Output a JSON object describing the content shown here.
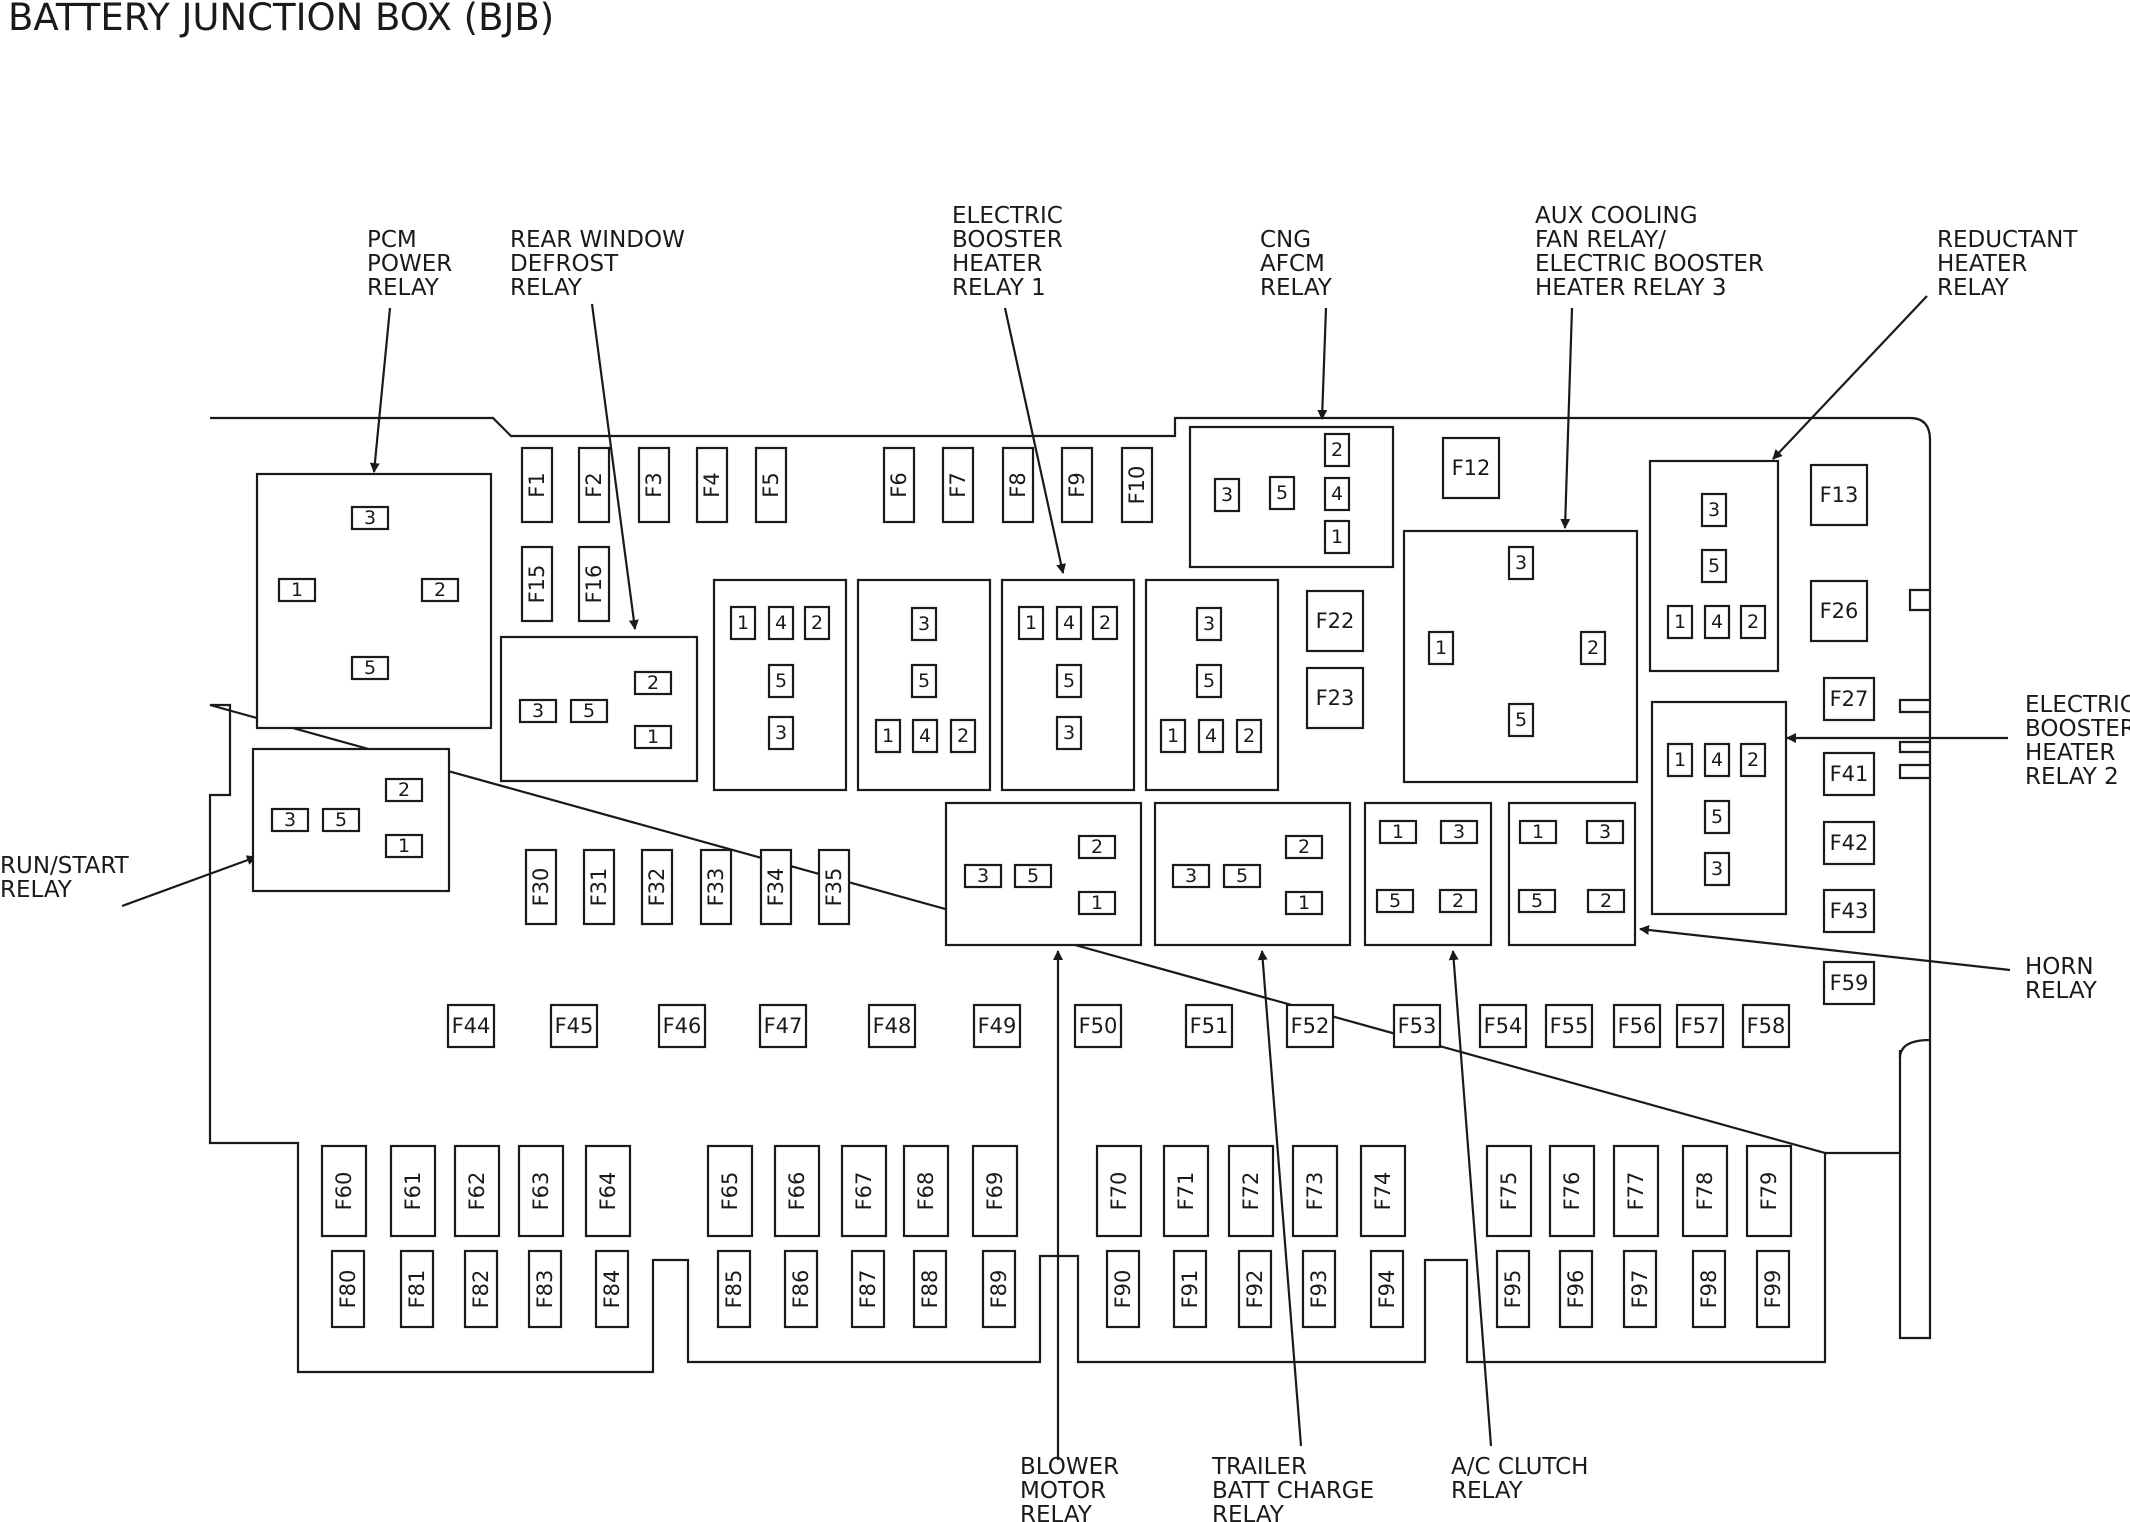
{
  "title": "BATTERY JUNCTION BOX (BJB)",
  "labels": {
    "pcm": [
      "PCM",
      "POWER",
      "RELAY"
    ],
    "rear_window": [
      "REAR WINDOW",
      "DEFROST",
      "RELAY"
    ],
    "ebh1": [
      "ELECTRIC",
      "BOOSTER",
      "HEATER",
      "RELAY 1"
    ],
    "cng": [
      "CNG",
      "AFCM",
      "RELAY"
    ],
    "aux": [
      "AUX COOLING",
      "FAN RELAY/",
      "ELECTRIC BOOSTER",
      "HEATER RELAY 3"
    ],
    "reductant": [
      "REDUCTANT",
      "HEATER",
      "RELAY"
    ],
    "ebh2": [
      "ELECTRIC",
      "BOOSTER",
      "HEATER",
      "RELAY 2"
    ],
    "run_start": [
      "RUN/START",
      "RELAY"
    ],
    "horn": [
      "HORN",
      "RELAY"
    ],
    "blower": [
      "BLOWER",
      "MOTOR",
      "RELAY"
    ],
    "trailer": [
      "TRAILER",
      "BATT CHARGE",
      "RELAY"
    ],
    "ac_clutch": [
      "A/C CLUTCH",
      "RELAY"
    ]
  },
  "fuses": {
    "top_row": [
      "F1",
      "F2",
      "F3",
      "F4",
      "F5",
      "F6",
      "F7",
      "F8",
      "F9",
      "F10"
    ],
    "f15_f16": [
      "F15",
      "F16"
    ],
    "square": [
      "F12",
      "F13",
      "F26",
      "F22",
      "F23"
    ],
    "right_col": [
      "F27",
      "F41",
      "F42",
      "F43",
      "F59"
    ],
    "middle_row": [
      "F30",
      "F31",
      "F32",
      "F33",
      "F34",
      "F35"
    ],
    "row_f44": [
      "F44",
      "F45",
      "F46",
      "F47",
      "F48",
      "F49",
      "F50",
      "F51",
      "F52",
      "F53",
      "F54",
      "F55",
      "F56",
      "F57",
      "F58"
    ],
    "bottom_upper": [
      "F60",
      "F61",
      "F62",
      "F63",
      "F64",
      "F65",
      "F66",
      "F67",
      "F68",
      "F69",
      "F70",
      "F71",
      "F72",
      "F73",
      "F74",
      "F75",
      "F76",
      "F77",
      "F78",
      "F79"
    ],
    "bottom_lower": [
      "F80",
      "F81",
      "F82",
      "F83",
      "F84",
      "F85",
      "F86",
      "F87",
      "F88",
      "F89",
      "F90",
      "F91",
      "F92",
      "F93",
      "F94",
      "F95",
      "F96",
      "F97",
      "F98",
      "F99"
    ]
  },
  "terminals": {
    "pcm": [
      "3",
      "1",
      "2",
      "5"
    ],
    "rear_window": [
      "2",
      "3",
      "5",
      "1"
    ],
    "run_start": [
      "2",
      "3",
      "5",
      "1"
    ],
    "relay_a": [
      "1",
      "4",
      "2",
      "5",
      "3"
    ],
    "relay_b": [
      "3",
      "5",
      "1",
      "4",
      "2"
    ],
    "ebh1": [
      "1",
      "4",
      "2",
      "5",
      "3"
    ],
    "relay_d": [
      "3",
      "5",
      "1",
      "4",
      "2"
    ],
    "cng": [
      "2",
      "3",
      "5",
      "4",
      "1"
    ],
    "aux": [
      "3",
      "1",
      "2",
      "5"
    ],
    "reductant": [
      "3",
      "5",
      "1",
      "4",
      "2"
    ],
    "ebh2": [
      "1",
      "4",
      "2",
      "5",
      "3"
    ],
    "blower": [
      "2",
      "3",
      "5",
      "1"
    ],
    "trailer": [
      "2",
      "3",
      "5",
      "1"
    ],
    "ac_clutch": [
      "1",
      "3",
      "5",
      "2"
    ],
    "horn": [
      "1",
      "3",
      "5",
      "2"
    ]
  }
}
